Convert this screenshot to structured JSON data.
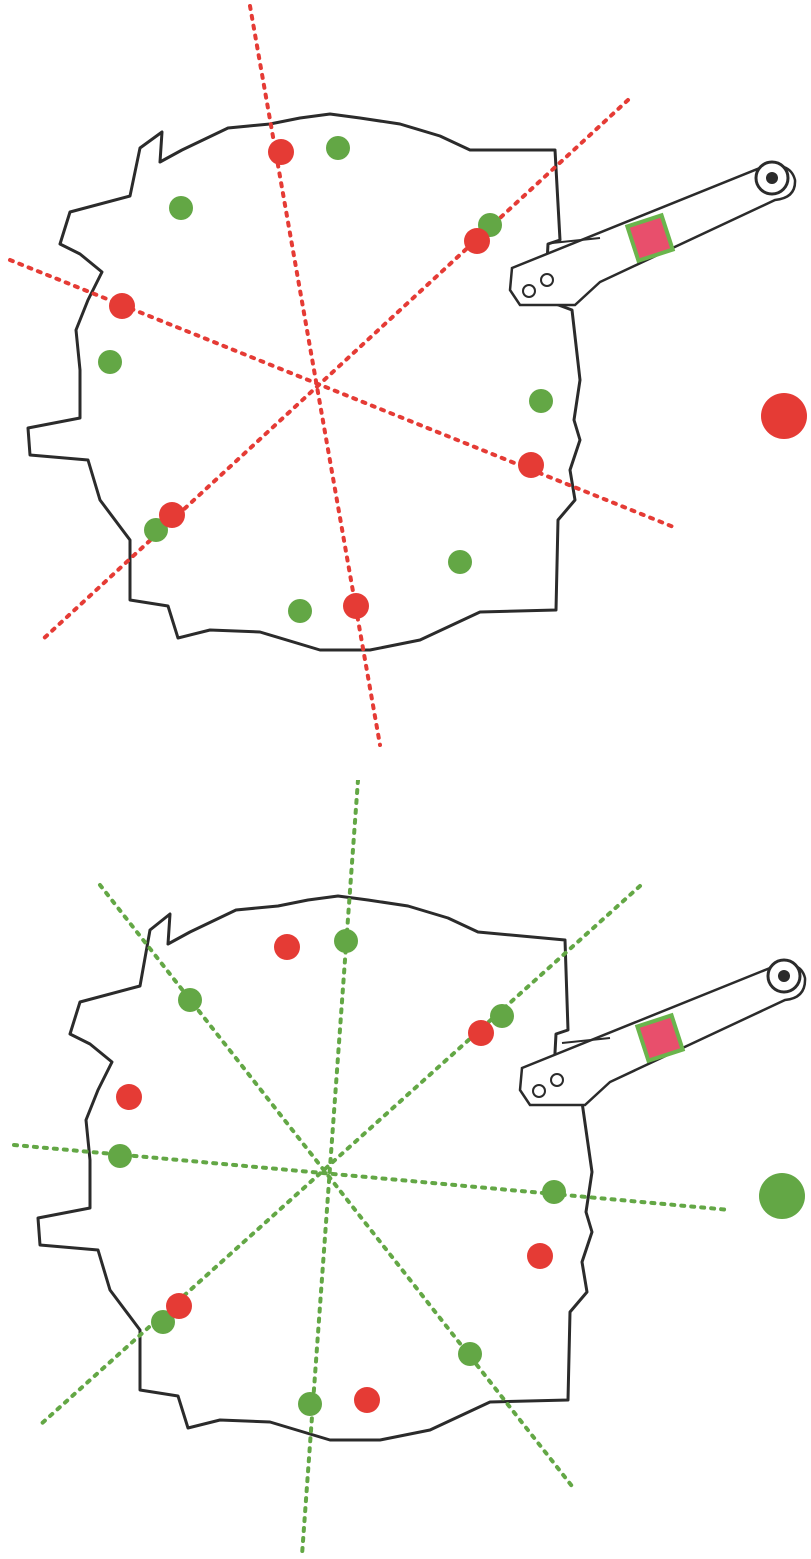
{
  "colors": {
    "red": "#e53b35",
    "green": "#63a745",
    "outline": "#2b2b2b",
    "disc_fill": "#ffffff"
  },
  "panels": [
    {
      "name": "red-axis-panel",
      "axis_color_key": "red",
      "legend_dot": "red"
    },
    {
      "name": "green-axis-panel",
      "axis_color_key": "green",
      "legend_dot": "green"
    }
  ],
  "icons": {
    "disc": "gear-disc-icon",
    "arm": "tonearm-icon",
    "label": "sticker-icon"
  }
}
